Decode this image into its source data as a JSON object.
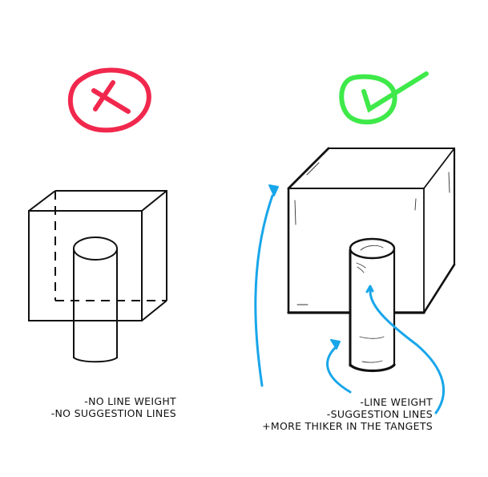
{
  "diagram": {
    "bad_example": {
      "marker": "red-x-circle",
      "marker_color": "#f0163e",
      "notes": [
        "-NO LINE WEIGHT",
        "-NO SUGGESTION LINES"
      ]
    },
    "good_example": {
      "marker": "green-check-circle",
      "marker_color": "#2ee83a",
      "arrow_color": "#18a6ea",
      "notes": [
        "-LINE WEIGHT",
        "-SUGGESTION LINES",
        "+MORE THIKER IN THE TANGETS"
      ]
    }
  }
}
